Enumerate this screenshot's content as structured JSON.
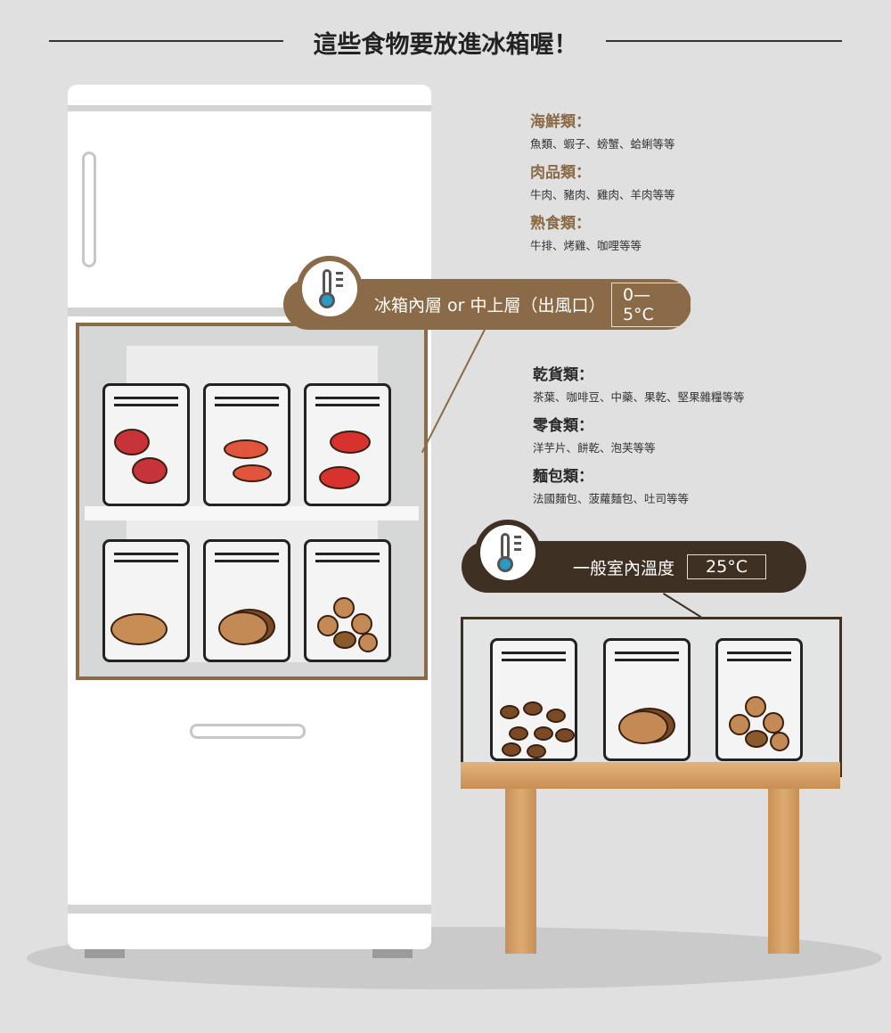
{
  "title": "這些食物要放進冰箱喔！",
  "fridge_label": {
    "text": "冰箱內層 or 中上層（出風口）",
    "temp": "0—5°C",
    "color": "#8a6a47",
    "icon": "thermometer-icon"
  },
  "room_label": {
    "text": "一般室內溫度",
    "temp": "25°C",
    "color": "#3e3022",
    "icon": "thermometer-icon"
  },
  "fridge_categories": [
    {
      "name": "海鮮類：",
      "items": "魚類、蝦子、螃蟹、蛤蜊等等"
    },
    {
      "name": "肉品類：",
      "items": "牛肉、豬肉、雞肉、羊肉等等"
    },
    {
      "name": "熟食類：",
      "items": "牛排、烤雞、咖哩等等"
    }
  ],
  "room_categories": [
    {
      "name": "乾貨類：",
      "items": "茶葉、咖啡豆、中藥、果乾、堅果雜糧等等"
    },
    {
      "name": "零食類：",
      "items": "洋芋片、餅乾、泡芙等等"
    },
    {
      "name": "麵包類：",
      "items": "法國麵包、菠蘿麵包、吐司等等"
    }
  ],
  "fridge_bags": [
    "steak-icon",
    "shrimp-icon",
    "crab-icon",
    "roast-chicken-icon",
    "bread-icon",
    "cookies-nuts-icon"
  ],
  "table_bags": [
    "coffee-beans-icon",
    "bread-icon",
    "cookies-nuts-icon"
  ]
}
